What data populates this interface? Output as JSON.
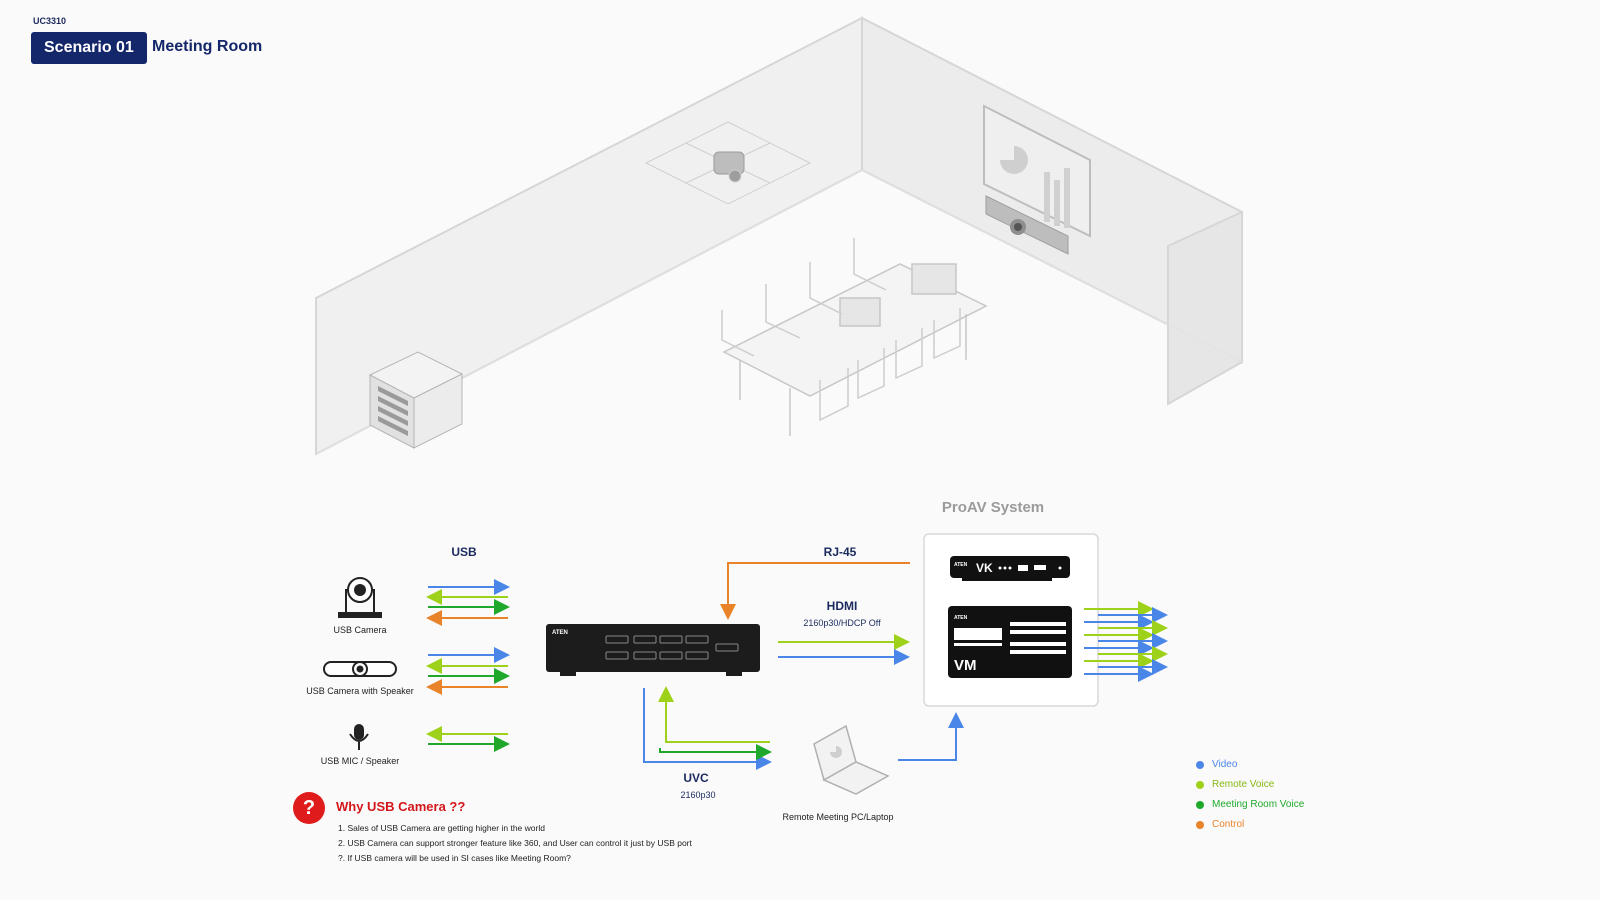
{
  "header": {
    "model": "UC3310",
    "scenario_badge": "Scenario 01",
    "scenario_title": "Meeting Room"
  },
  "diagram": {
    "proav_title": "ProAV System",
    "links": {
      "usb": "USB",
      "rj45": "RJ-45",
      "hdmi": "HDMI",
      "hdmi_spec": "2160p30/HDCP Off",
      "uvc": "UVC",
      "uvc_spec": "2160p30"
    },
    "devices": {
      "usb_camera": "USB Camera",
      "usb_camera_speaker": "USB Camera with Speaker",
      "usb_mic_speaker": "USB MIC / Speaker",
      "remote_pc": "Remote Meeting PC/Laptop",
      "aten_logo": "ATEN",
      "vk_label": "VK",
      "vm_label": "VM"
    },
    "legend": [
      {
        "label": "Video",
        "color": "#4a86e8"
      },
      {
        "label": "Remote Voice",
        "color": "#9ed21a"
      },
      {
        "label": "Meeting Room Voice",
        "color": "#1fa82b"
      },
      {
        "label": "Control",
        "color": "#e8832a"
      }
    ]
  },
  "why": {
    "icon": "?",
    "title": "Why USB Camera ??",
    "lines": [
      "1. Sales of USB Camera are getting higher in the world",
      "2. USB Camera can support stronger feature like 360, and User can control it just by USB port",
      "?. If USB camera will be used in SI cases like Meeting Room?"
    ]
  }
}
